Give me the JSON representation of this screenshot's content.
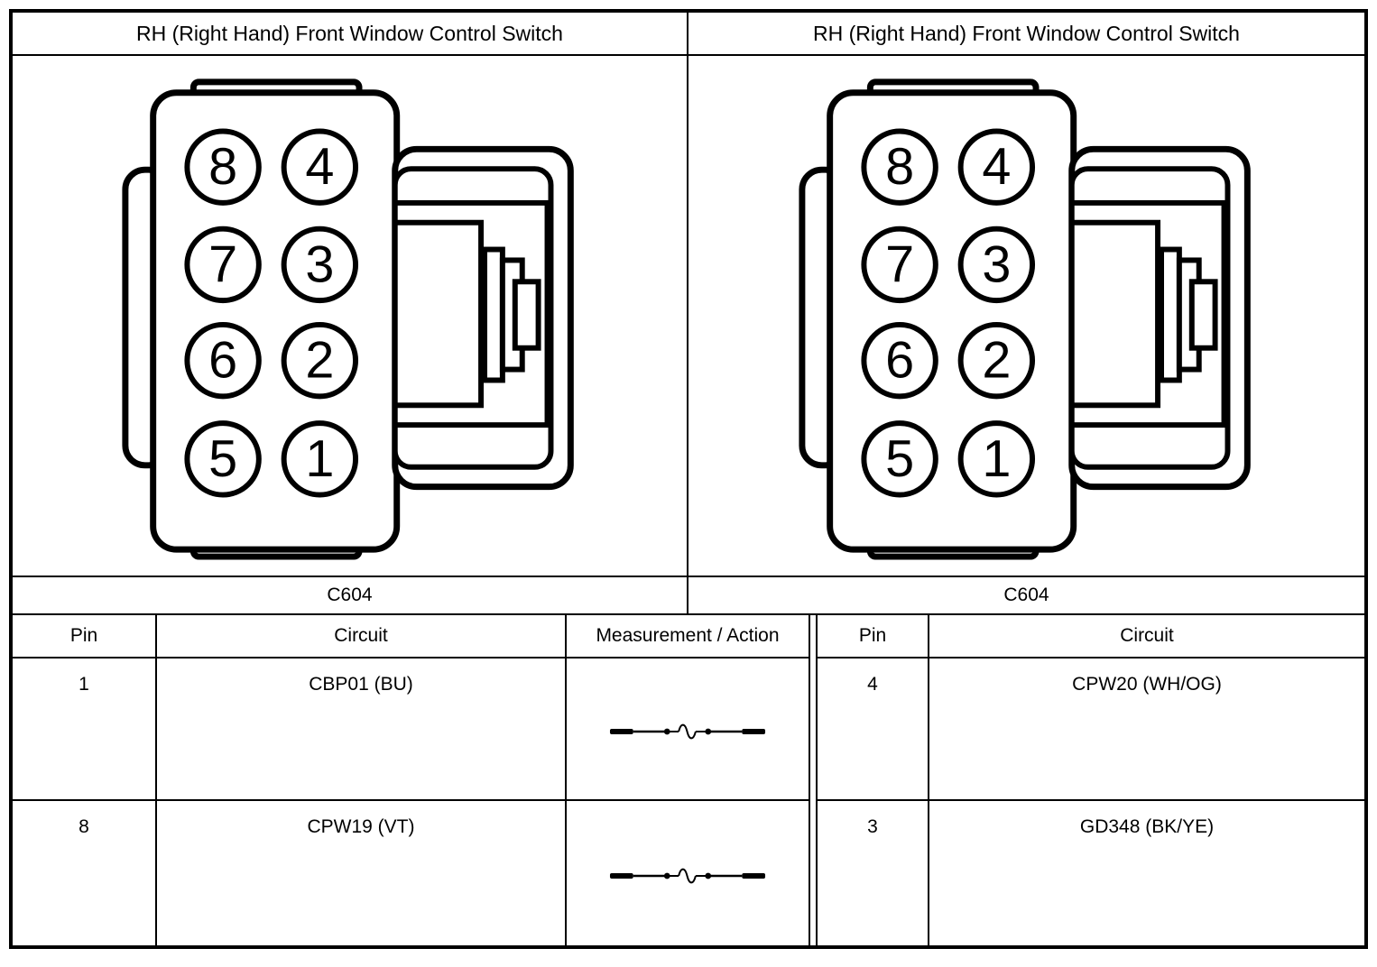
{
  "colors": {
    "ink": "#000000",
    "paper": "#ffffff"
  },
  "panels": [
    {
      "title": "RH (Right Hand) Front Window Control Switch",
      "connector_label": "C604",
      "pins_left": [
        "8",
        "7",
        "6",
        "5"
      ],
      "pins_right": [
        "4",
        "3",
        "2",
        "1"
      ]
    },
    {
      "title": "RH (Right Hand) Front Window Control Switch",
      "connector_label": "C604",
      "pins_left": [
        "8",
        "7",
        "6",
        "5"
      ],
      "pins_right": [
        "4",
        "3",
        "2",
        "1"
      ]
    }
  ],
  "table": {
    "left": {
      "headers": {
        "pin": "Pin",
        "circuit": "Circuit",
        "measurement": "Measurement / Action"
      }
    },
    "right": {
      "headers": {
        "pin": "Pin",
        "circuit": "Circuit"
      }
    },
    "rows": [
      {
        "left_pin": "1",
        "left_circuit": "CBP01 (BU)",
        "measurement_icon": "continuity-check-symbol",
        "right_pin": "4",
        "right_circuit": "CPW20 (WH/OG)"
      },
      {
        "left_pin": "8",
        "left_circuit": "CPW19 (VT)",
        "measurement_icon": "continuity-check-symbol",
        "right_pin": "3",
        "right_circuit": "GD348 (BK/YE)"
      }
    ]
  }
}
